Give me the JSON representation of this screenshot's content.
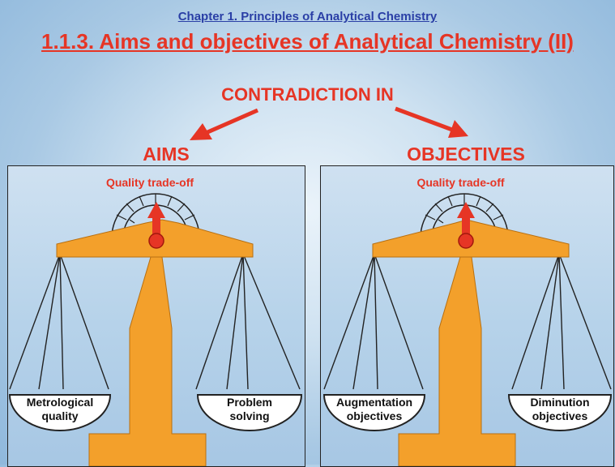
{
  "header": {
    "chapter": "Chapter 1. Principles of Analytical Chemistry",
    "title": "1.1.3. Aims and objectives of Analytical Chemistry (II)"
  },
  "center_label": "CONTRADICTION IN",
  "colors": {
    "accent": "#e63525",
    "chapter": "#2a3fa6",
    "scale": "#f3a02b"
  },
  "panels": {
    "left": {
      "heading": "AIMS",
      "tradeoff": "Quality trade-off",
      "left_pan": "Metrological quality",
      "right_pan": "Problem solving"
    },
    "right": {
      "heading": "OBJECTIVES",
      "tradeoff": "Quality trade-off",
      "left_pan": "Augmentation objectives",
      "right_pan": "Diminution objectives"
    }
  }
}
